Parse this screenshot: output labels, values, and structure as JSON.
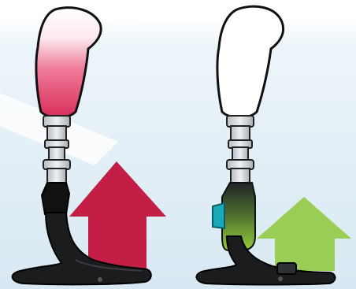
{
  "figure": {
    "panels": [
      {
        "id": "left",
        "socket_gradient": [
          "#e8f7fb",
          "#ee4f73",
          "#d82d5a"
        ],
        "ankle_color": "#111111",
        "arrow_color": "#c21e46",
        "arrow_direction": "up",
        "icons": [
          "prosthetic-socket-icon",
          "pylon-icon",
          "ankle-adapter-icon",
          "carbon-foot-icon",
          "up-arrow-icon"
        ]
      },
      {
        "id": "right",
        "socket_gradient": [
          "#ffffff",
          "#ffffff"
        ],
        "ankle_gradient": [
          "#1f2426",
          "#93ce3b"
        ],
        "ankle_accent": "#18a9b8",
        "arrow_color": "#9acd56",
        "arrow_direction": "up",
        "icons": [
          "prosthetic-socket-icon",
          "pylon-icon",
          "powered-ankle-icon",
          "carbon-foot-icon",
          "up-arrow-icon"
        ]
      }
    ],
    "background_colors": [
      "#ffffff",
      "#e7f1f8",
      "#dcebf5"
    ]
  }
}
